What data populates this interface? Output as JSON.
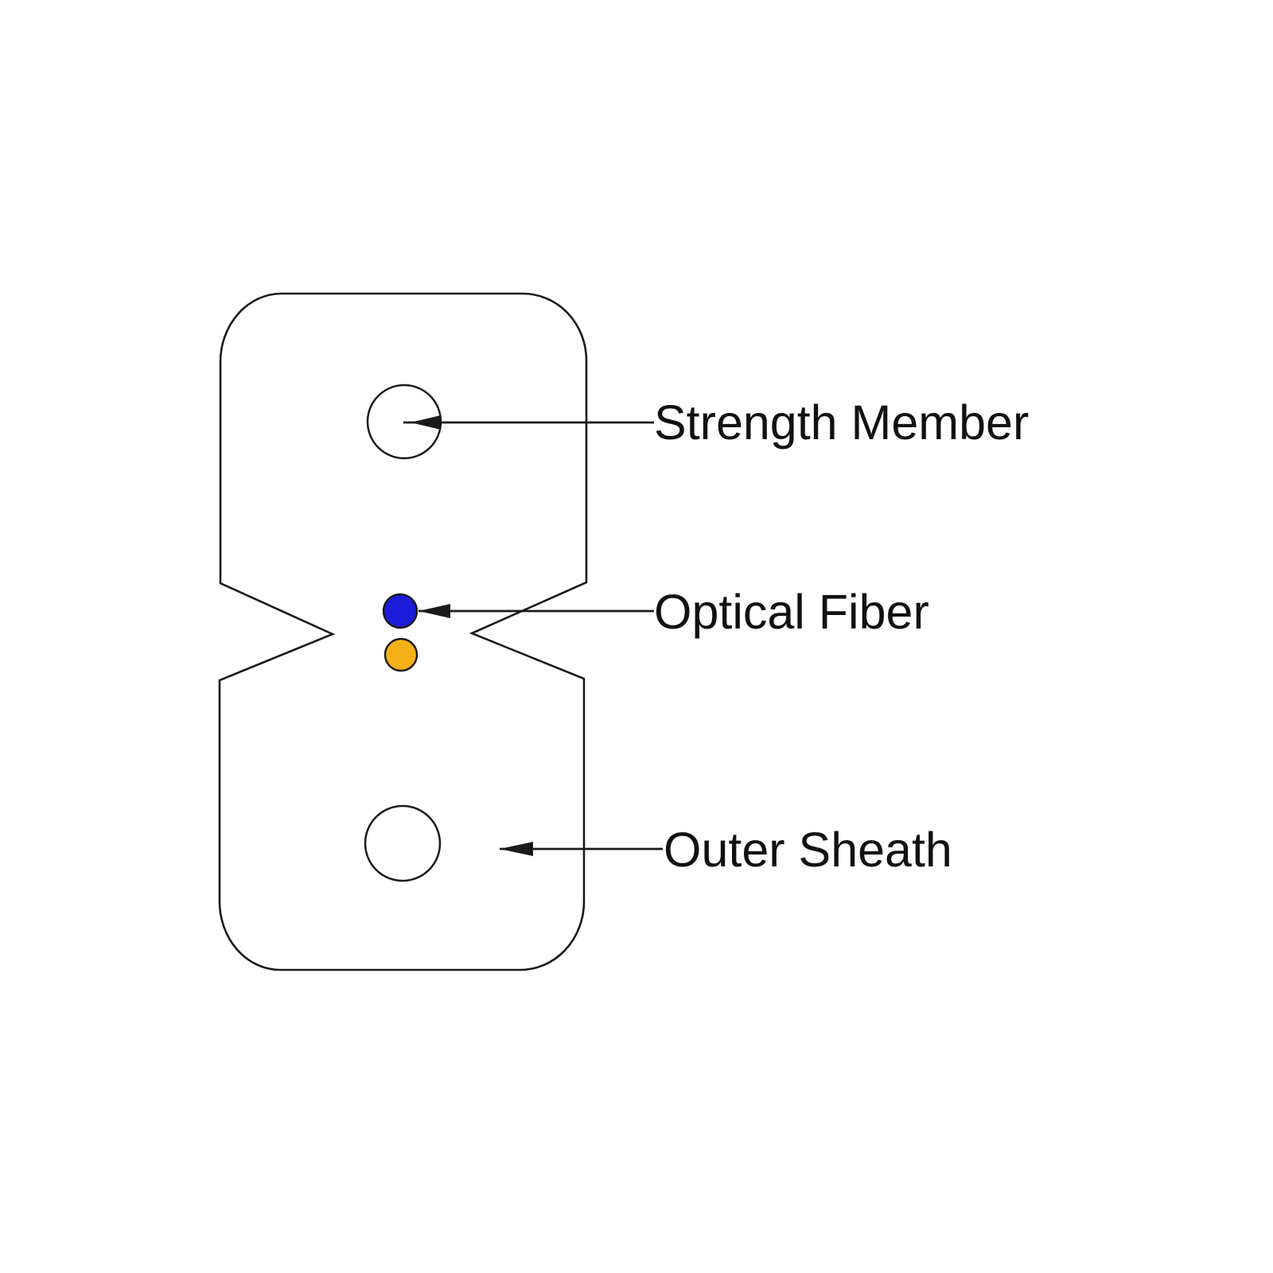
{
  "diagram": {
    "annotations": [
      {
        "label": "Strength Member",
        "target": "strength-member"
      },
      {
        "label": "Optical Fiber",
        "target": "optical-fiber"
      },
      {
        "label": "Outer Sheath",
        "target": "outer-sheath"
      }
    ],
    "colors": {
      "outline": "#1a1a1a",
      "fiber_blue": "#1b1bd9",
      "fiber_orange": "#f6b117",
      "background": "#ffffff",
      "text": "#111111"
    }
  }
}
